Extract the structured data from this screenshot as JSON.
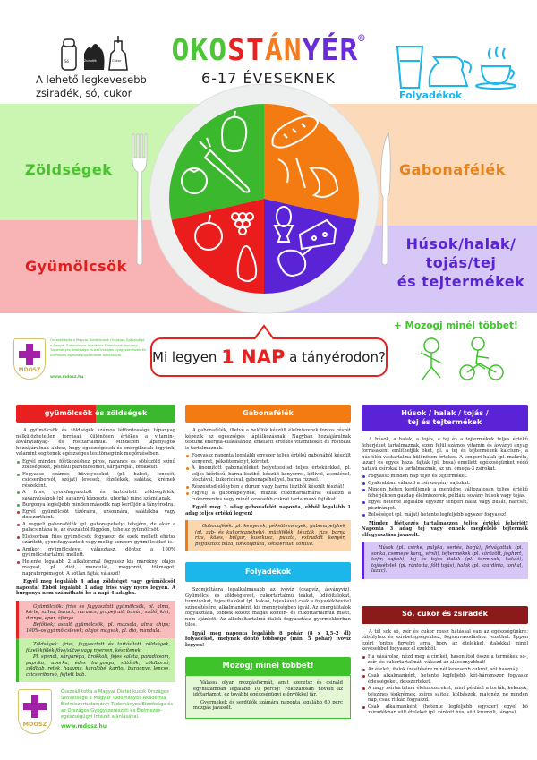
{
  "header": {
    "title_parts": [
      {
        "text": "OKO",
        "color": "#4cc636"
      },
      {
        "text": "ST",
        "color": "#e8201f"
      },
      {
        "text": "ÁN",
        "color": "#f47b20"
      },
      {
        "text": "YÉR",
        "color": "#6a2bd9"
      }
    ],
    "registered": "®",
    "subtitle": "6-17 ÉVESEKNEK",
    "left_note": "A lehető legkevesebb zsiradék, só, cukor",
    "shaker_labels": [
      "Só",
      "Zsiradék",
      "Cukor"
    ],
    "fluids_label": "Folyadékok"
  },
  "plate": {
    "categories": {
      "vegetables": "Zöldségek",
      "grains": "Gabonafélék",
      "fruits": "Gyümölcsök",
      "proteins_1": "Húsok/halak/",
      "proteins_2": "tojás/tej",
      "proteins_3": "és tejtermékek"
    },
    "colors": {
      "vegetables": "#3cb82e",
      "grains": "#f47b12",
      "fruits": "#ea1c1c",
      "proteins": "#5a24d6"
    }
  },
  "banner": {
    "question_pre": "Mi legyen ",
    "question_highlight": "1 NAP",
    "question_post": " a tányérodon?",
    "move_more": "+ Mozogj minél többet!"
  },
  "credits": {
    "text": "Összeállította a Magyar Dietetikusok Országos Szövetsége a Magyar Tudományos Akadémia Élelmiszertudományi Tudományos Bizottsága és az Országos Gyógyszerészeti és Élelmezés-egészségügyi Intézet ajánlásával.",
    "url": "www.mdosz.hu",
    "logo_text": "MDOSZ"
  },
  "fruitveg": {
    "title_a": "gyümölcsök",
    "title_b": " és zöldségek",
    "intro": "A gyümölcsök és zöldségek számos létfontosságú tápanyag nélkülözhetetlen forrásai. Különösen értékes a vitamin-, ásványianyag- és rosttartalmuk. Mindezen tápanyagok hozzájárulnak ahhoz, hogy egészségesek és energikusak legyünk, valamint segítenek egészséges testtömegünk megőrzésében.",
    "veg_bullets": [
      "Egyél minden főétkezéshez piros, narancs és sötétzöld színű zöldségeket, például paradicsomot, sárgarépát, brokkolit.",
      "Fogyassz számos hüvelyeseket (pl. babot, lencsét, csicseriborsót, szóját) levesek, főzelékek, saláták, krémek részeként.",
      "A friss, gyorsfagyasztott és tartósított zöldségfélék, savanyúságok (pl. savanyú káposzta, uborka) mind számítanak.",
      "Burgonya legfeljebb minden második nap kerüljön a tányérodra."
    ],
    "fruit_bullets": [
      "Egyél gyümölcsöt tízóraira, uzsonnára, salátákba vagy desszertként.",
      "A reggeli gabonafélék (pl. gabonapehely) tetejére, de akár a palacsintába is, az évszaktól függően, tehetsz gyümölcsöt.",
      "Elsősorban friss gyümölcsöt fogyassz, de ezek mellett ehetsz szárított, gyorsfagyasztott vagy mellig konzerv gyümölcsöket is.",
      "Amikor gyümölcslevet választasz, döntsd a 100% gyümölcstartalmú mellett.",
      "Hetente legalább 2 alkalommal fogyassz kis maréknyi olajos magvat, pl. diót, mandulát, mogyorót, tökmagot, napraforgómagot. A sótlan fajtát válaszd!"
    ],
    "bold": "Egyél meg legalább 4 adag zöldséget vagy gyümölcsöt naponta! Ebből legalább 1 adag friss vagy nyers legyen. A burgonya nem számítható be a napi 4 adagba.",
    "fruit_box": [
      "Gyümölcsök: friss és fagyasztott gyümölcsök, pl. alma, körte, szilva, barack, narancs, grapefruit, banán, szőlő, kivi, dinnye, eper, áfonya.",
      "Befőttek; aszalt gyümölcsök, pl. mazsola, alma chips; 100%-os gyümölcslevek; olajos magvak, pl. dió, mandula."
    ],
    "veg_box": [
      "Zöldségek: friss, fagyasztott és tartósított zöldségek, főzelékfélék főve/sütve vagy nyersen, készítenek.",
      "Pl. spenót, sárgarépa, brokkoli, fejes saláta, paradicsom, paprika, uborka, édes burgonya, sütőtök, zöldborsó, zöldbab, retek, hagyma, karalábé, karfiol, burgonya, lencse, csicseriborsó, fejtett bab."
    ]
  },
  "grains": {
    "title": "Gabonafélék",
    "intro": "A gabonafélék, illetve a belőlük készült élelmiszerek fontos részét képezik az egészséges táplálkozásnak. Nagyban hozzájárulnak testünk energia-ellátásához, emellett értékes vitaminokat és rostokat is tartalmaznak.",
    "bullets": [
      "Fogyassz naponta legalább egyszer teljes értékű gabonából készült kenyeret, péksüteményt, köretet.",
      "A finomított gabonaféléket helyettesítsd teljes értékűekkel, pl. teljes kiőrlésű, barna lisztből készült kenyérrel, kiflivel, zsemlével, tésztával, kukoricával, gabonapehellyel, barna rizzsel.",
      "Részesítsd előnyben a durum vagy barna lisztből készült tésztát!",
      "Figyelj a gabonapelyhek, müzlik cukortartalmára! Válaszd a cukormentes vagy minél kevesebb cukrot tartalmazó fajtákat!"
    ],
    "bold": "Egyél meg 3 adag gabonafélét naponta, ebből legalább 1 adag teljes értékű legyen!",
    "box": "Gabonafélék: pl. kenyerek, péksütemények, gabonapelyhek (pl. zab- és kukoricapehely), müzlifélék, tészták, rizs, barna rizs, köles, bulgur, kuszkusz, puszta, extrudált kenyér, puffasztott búza, tönkölybúza, kétszersült, tortilla."
  },
  "fluids": {
    "title": "Folyadékok",
    "intro": "Szomjoltásra legalkalmasabb az ivóvíz (csapvíz, ásványvíz). Gyümölcs- és zöldséglevet, cukortartalmú teákat, üdítőitalokat, turmixokat, tejes italokat (pl. kakaó, tejeskávé) csak a folyadékbevitel színesítésére, alkalmanként, kis mennyiségben igyál. Az energiaitalok fogyasztása, többek között magas koffein- és cukortartalmuk miatt, nem ajánlott. Az alkoholtartalmú italok fogyasztása gyermekkorban tilos.",
    "bold": "Igyál meg naponta legalább 8 pohár (8 x 1,5–2 dl) folyadékot, melynek döntő többsége (min. 5 pohár) ivóvíz legyen!"
  },
  "movement": {
    "title": "Mozogj minél többet!",
    "p1": "Válassz olyan mozgásformát, amit szeretsz és csináld egyhuzamban legalább 10 percig! Fokozatosan növeld az időtartamot, ez további egészségügyi előnyökkel jár.",
    "p2": "Gyermekek és serdülők számára naponta legalább 60 perc mozgás javasolt."
  },
  "proteins": {
    "title_1": "Húsok / halak / tojás /",
    "title_2": "tej és tejtermékek",
    "intro": "A húsok, a halak, a tojás, a tej és a tejtermékek teljes értékű fehérjéket tartalmaznak, ezen felül számos vitamin és ásványi anyag forrásaként említhetjük őket, pl. a tej és tejtermékek kalcium-, a húsfélék vastartalma különösen értékes. A tengeri halak (pl. makréla, lazac) és egyes hazai fajták (pl. busa) emellett egészségünket védő hatású zsírokat is tartalmaznak, az ún. ómega-3 zsírokat.",
    "bullets": [
      "Fogyassz minden nap tejet és tejterméket.",
      "Gyakrabban válaszd a zsírszegény sajtokat.",
      "Minden héten kerüljenek a menüdbe változatosan teljes értékű fehérjékben gazdag élelmiszerek, például sovány húsok vagy tojás.",
      "Egyél hetente legalább egyszer tengeri halat vagy busát, harcsát, pisztrángot.",
      "Belsőséget (pl. májat) hetente legfeljebb egyszer fogyassz!"
    ],
    "bold": "Minden főétkezés tartalmazzon teljes értékű fehérjét! Naponta 3 adag tej vagy ennek megfelelő tejtermék elfogyasztása javasolt.",
    "box": "Húsok (pl. csirke, pulyka, sertés, borjú), felvágottak (pl. sonka, csemege karaj, virsli), tejtermékek (pl. kőrözött, joghurt, kefir, sajtok), tej és tejes italok (pl. turmixok, kakaó), tojásételek (pl. rántotta, főtt tojás), halak (pl. szardínia, tonhal, lazac)."
  },
  "salt": {
    "title": "Só, cukor és zsiradék",
    "intro": "A túl sok só, zsír és cukor rossz hatással van az egészségünkre: túlsúlyhoz és szívbetegségekhez, fogszuvasodáshoz vezethet. Éppen ezért fontos figyelni arra, hogy az ételekkel, italokkal minél kevesebbet fogyassz el ezekből.",
    "bullets": [
      "Ha vásárolsz, nézd meg a címkét, hasonlítsd össze a termékek só-, zsír- és cukortartalmát, válaszd az alacsonyabbat!",
      "Az ételek, italok ízesítésére minél kevesebb cukrot, sót használj.",
      "Csak alkalmanként, hetente legfeljebb két-háromszor fogyassz édességeket, desszerteket.",
      "A nagy zsírtartalmú élelmiszereket, mint például a torták, kekszek, tejszínes jégkrémek, zsíros sajtok, kolbászok, majonéz, ne minden nap, csak ritkán fogyaszd.",
      "Csak alkalmanként (hetente legfeljebb egyszer) egyél bő zsiradékban sült ételeket (pl. rántott hús, sült krumpli, lángos)."
    ]
  }
}
